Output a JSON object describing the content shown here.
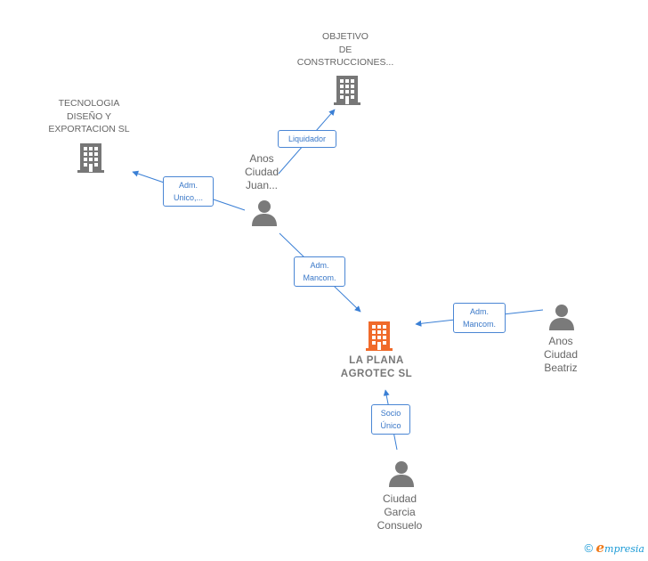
{
  "colors": {
    "edge": "#3a7fd5",
    "company_icon": "#777777",
    "main_company_icon": "#f06a2a",
    "person_icon": "#7a7a7a"
  },
  "nodes": {
    "la_plana": {
      "label": "LA PLANA\nAGROTEC  SL",
      "icon": "building-icon"
    },
    "tecnologia": {
      "label": "TECNOLOGIA\nDISEÑO Y\nEXPORTACION SL",
      "icon": "building-icon"
    },
    "objetivo": {
      "label": "OBJETIVO\nDE\nCONSTRUCCIONES...",
      "icon": "building-icon"
    },
    "anos_juan": {
      "label": "Anos\nCiudad\nJuan...",
      "icon": "person-icon"
    },
    "anos_beatriz": {
      "label": "Anos\nCiudad\nBeatriz",
      "icon": "person-icon"
    },
    "ciudad_consuelo": {
      "label": "Ciudad\nGarcia\nConsuelo",
      "icon": "person-icon"
    }
  },
  "edges": {
    "liquidador": "Liquidador",
    "adm_unico": "Adm.\nUnico,...",
    "adm_mancom_juan": "Adm.\nMancom.",
    "adm_mancom_beatriz": "Adm.\nMancom.",
    "socio_unico": "Socio\nÚnico"
  },
  "footer": {
    "copyright": "©",
    "brand_e": "e",
    "brand_rest": "mpresia"
  }
}
